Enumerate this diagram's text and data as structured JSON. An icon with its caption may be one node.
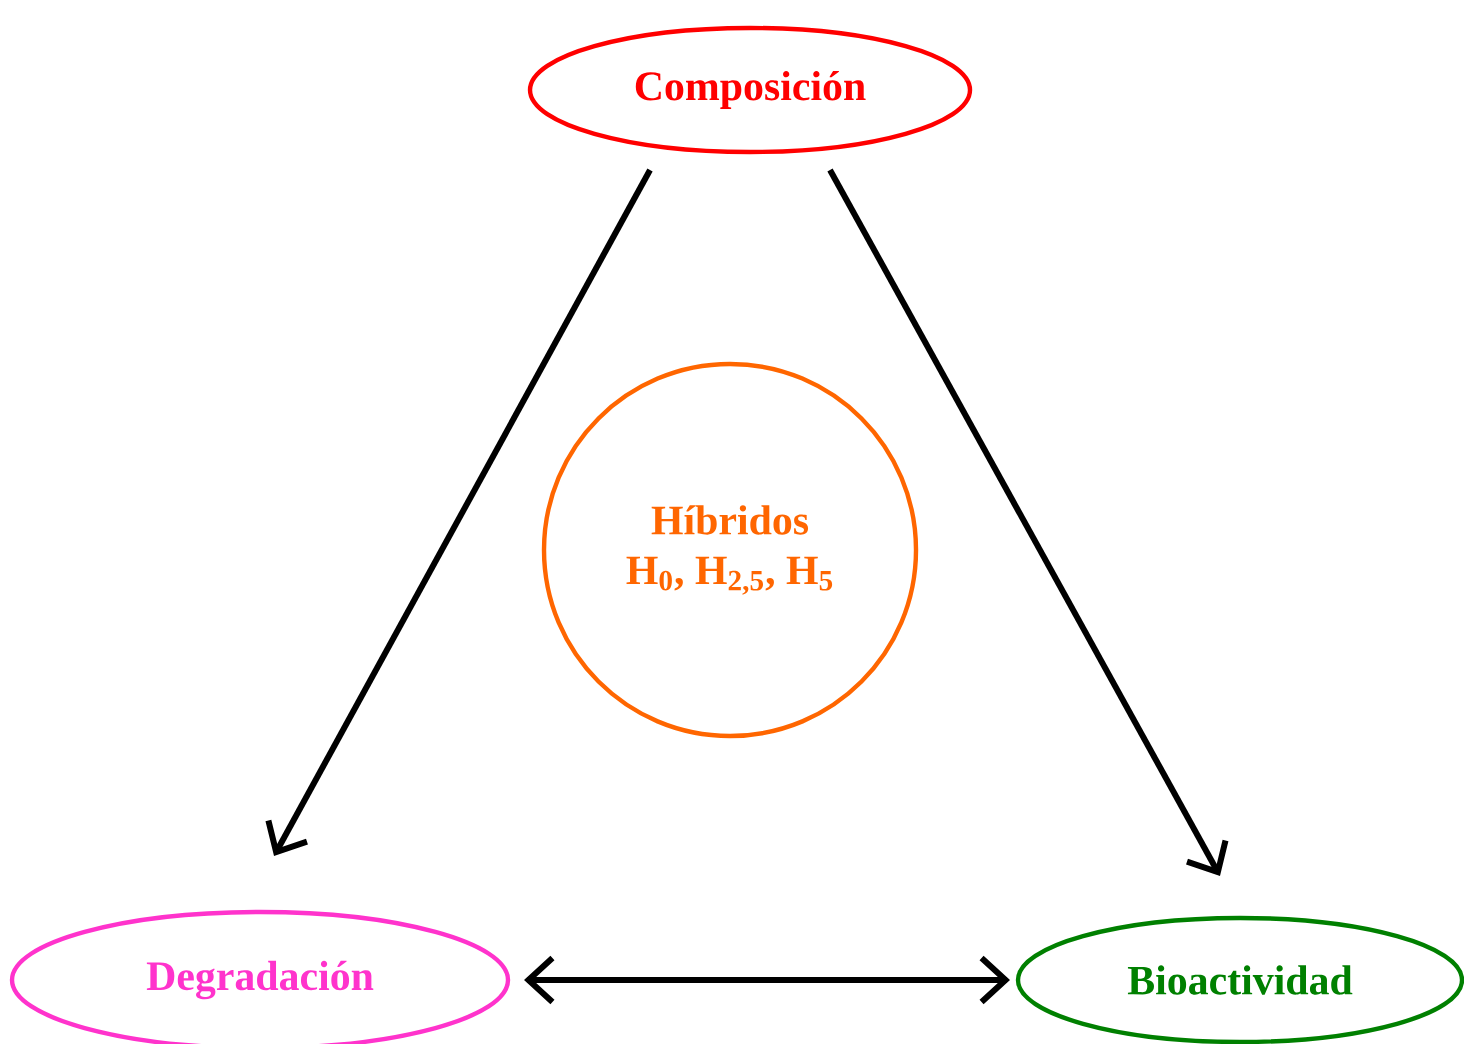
{
  "diagram": {
    "nodes": [
      {
        "text": [
          "Composición"
        ]
      },
      {
        "text": [
          "Híbridos",
          "H$_{0}$, H$_{2,5}$, H$_{5}$"
        ]
      },
      {
        "text": [
          "Degradación"
        ]
      },
      {
        "text": [
          "Bioactividad"
        ]
      }
    ],
    "edges": [
      {
        "from": 0,
        "to": 2,
        "arrow": "to"
      },
      {
        "from": 0,
        "to": 3,
        "arrow": "to"
      },
      {
        "from": 2,
        "to": 3,
        "arrow": "both"
      }
    ]
  }
}
